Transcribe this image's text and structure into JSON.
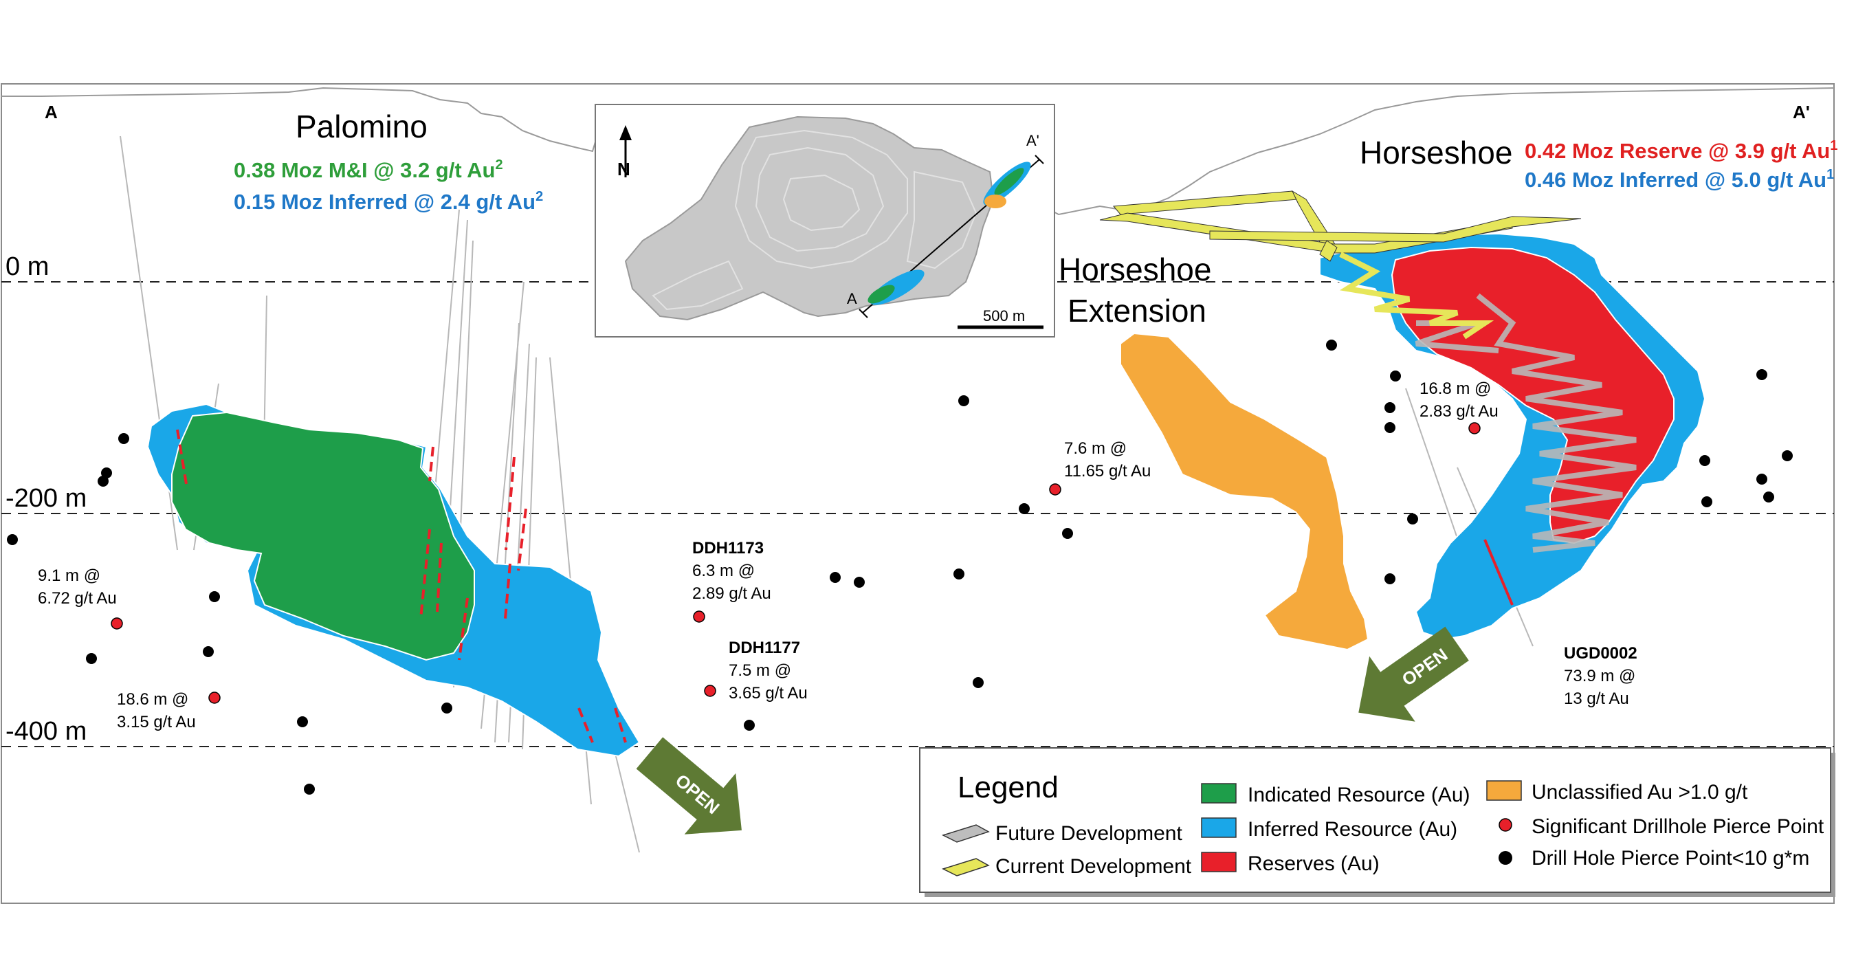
{
  "section": {
    "end_left": "A",
    "end_right": "A'",
    "depth_labels": [
      "0 m",
      "-200 m",
      "-400 m"
    ]
  },
  "palomino": {
    "name": "Palomino",
    "mi_line": "0.38 Moz M&I @ 3.2 g/t Au",
    "mi_sup": "2",
    "inferred_line": "0.15 Moz Inferred @ 2.4 g/t Au",
    "inferred_sup": "2"
  },
  "horseshoe": {
    "name": "Horseshoe",
    "reserve_line": "0.42 Moz Reserve @ 3.9 g/t Au",
    "reserve_sup": "1",
    "inferred_line": "0.46 Moz Inferred @ 5.0 g/t Au",
    "inferred_sup": "1"
  },
  "horseshoe_extension": {
    "line1": "Horseshoe",
    "line2": "Extension"
  },
  "inset_map": {
    "north_label": "N",
    "end_a": "A",
    "end_a_prime": "A'",
    "scale_label": "500 m"
  },
  "intercepts": [
    {
      "line1": "9.1 m @",
      "line2": "6.72 g/t Au"
    },
    {
      "line1": "18.6 m @",
      "line2": "3.15 g/t Au"
    },
    {
      "hole": "DDH1173",
      "line1": "6.3 m @",
      "line2": "2.89 g/t Au"
    },
    {
      "hole": "DDH1177",
      "line1": "7.5 m @",
      "line2": "3.65 g/t Au"
    },
    {
      "line1": "7.6 m @",
      "line2": "11.65 g/t Au"
    },
    {
      "line1": "16.8 m @",
      "line2": "2.83 g/t Au"
    },
    {
      "hole": "UGD0002",
      "line1": "73.9 m @",
      "line2": "13 g/t Au"
    }
  ],
  "open_labels": [
    "OPEN",
    "OPEN"
  ],
  "legend": {
    "title": "Legend",
    "items": [
      {
        "label": "Future Development",
        "color": "#bdbdbd"
      },
      {
        "label": "Current Development",
        "color": "#e6e65a"
      },
      {
        "label": "Indicated Resource (Au)",
        "color": "#1e9e4a"
      },
      {
        "label": "Inferred Resource (Au)",
        "color": "#1aa7e8"
      },
      {
        "label": "Reserves (Au)",
        "color": "#e8202a"
      },
      {
        "label": "Unclassified Au >1.0 g/t",
        "color": "#f5a93c"
      },
      {
        "label": "Significant Drillhole Pierce Point",
        "color": "#e8202a"
      },
      {
        "label": "Drill Hole Pierce Point<10 g*m",
        "color": "#000000"
      }
    ]
  },
  "colors": {
    "indicated": "#1e9e4a",
    "inferred": "#1aa7e8",
    "reserves": "#e8202a",
    "unclassified": "#f5a93c",
    "open_arrow": "#5e7a34",
    "current_dev": "#e6e65a",
    "future_dev": "#bdbdbd",
    "palomino_mi_text": "#2e9e3a",
    "inferred_text": "#1f78c8",
    "reserve_text": "#e02020"
  }
}
